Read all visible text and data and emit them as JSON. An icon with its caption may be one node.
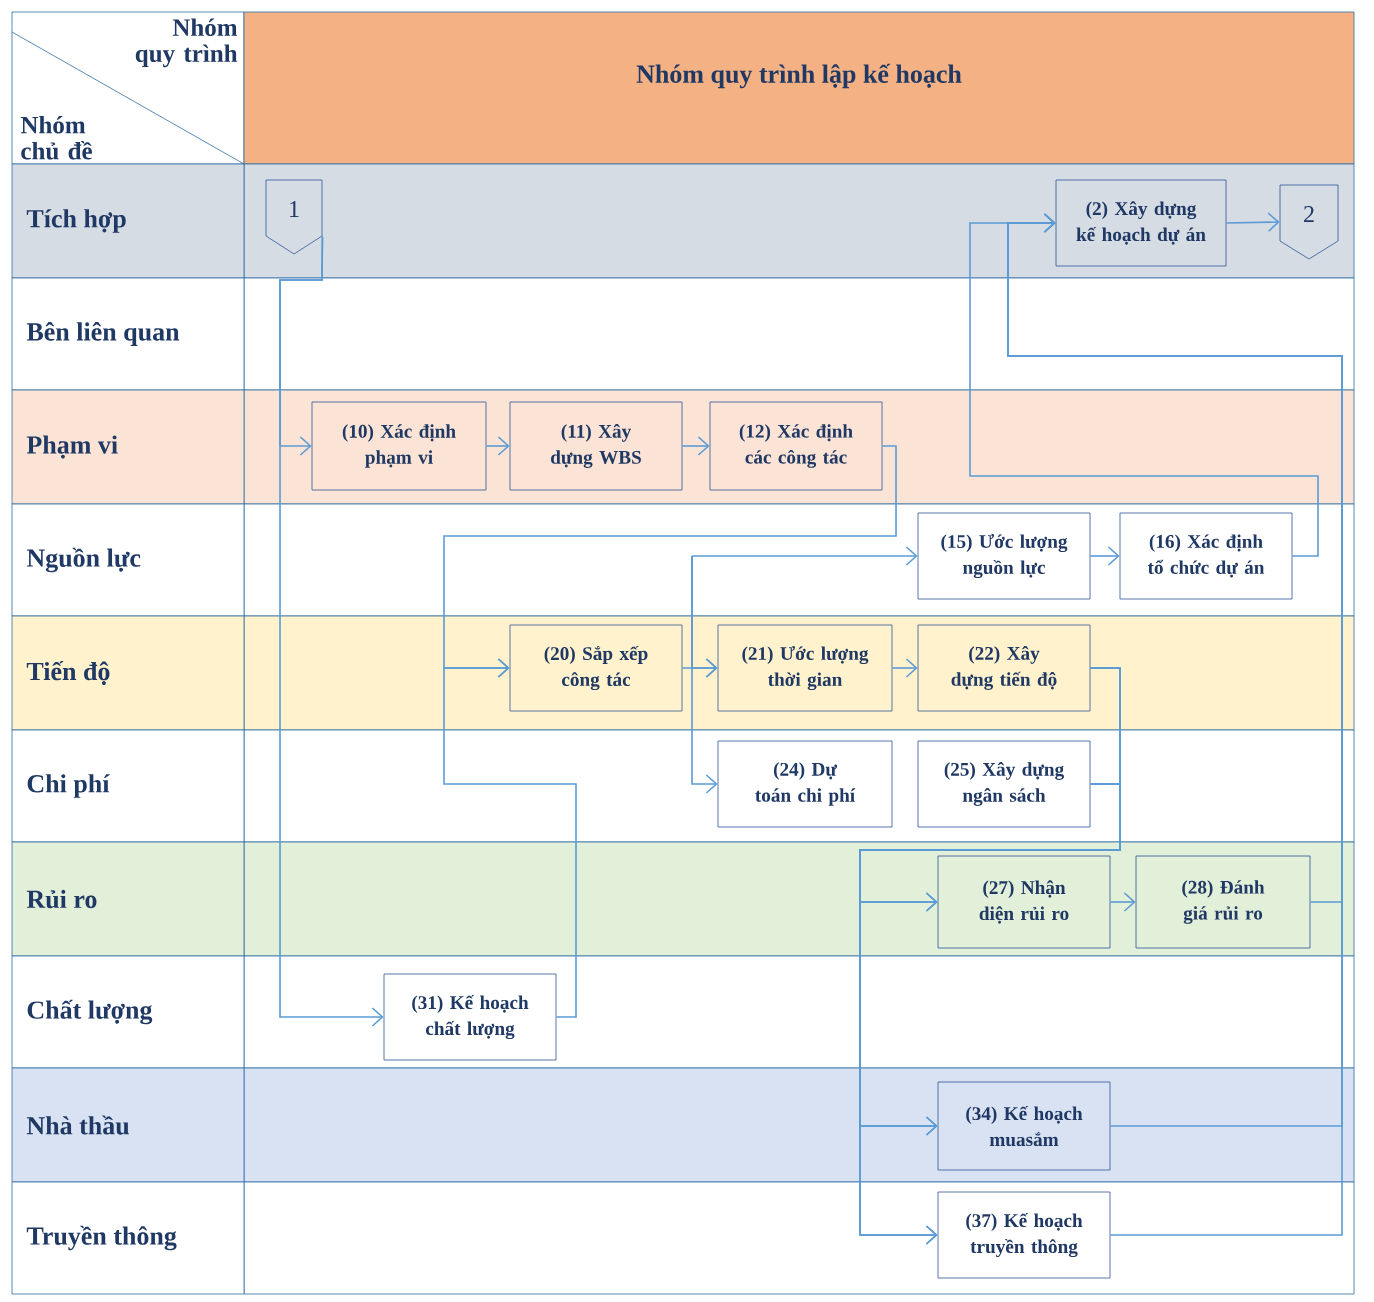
{
  "diagram": {
    "nodes": [
      {
        "text": [
          "1"
        ]
      },
      {
        "text": [
          "(2) Xây dựng kế hoạch dự án"
        ]
      },
      {
        "text": [
          "2"
        ]
      },
      {
        "text": [
          "(10) Xác định phạm vi"
        ]
      },
      {
        "text": [
          "(11) Xây dựng WBS"
        ]
      },
      {
        "text": [
          "(12) Xác định các công tác"
        ]
      },
      {
        "text": [
          "(15) Ước lượng nguồn lực"
        ]
      },
      {
        "text": [
          "(16) Xác định tổ chức dự án"
        ]
      },
      {
        "text": [
          "(20) Sắp xếp công tác"
        ]
      },
      {
        "text": [
          "(21) Ước lượng thời gian"
        ]
      },
      {
        "text": [
          "(22) Xây dựng tiến độ"
        ]
      },
      {
        "text": [
          "(24) Dự toán chi phí"
        ]
      },
      {
        "text": [
          "(25) Xây dựng ngân sách"
        ]
      },
      {
        "text": [
          "(27) Nhận diện rủi ro"
        ]
      },
      {
        "text": [
          "(28) Đánh giá rủi ro"
        ]
      },
      {
        "text": [
          "(31) Kế hoạch chất lượng"
        ]
      },
      {
        "text": [
          "(34) Kế hoạch muasắm"
        ]
      },
      {
        "text": [
          "(37) Kế hoạch truyền thông"
        ]
      }
    ],
    "edges": [
      {
        "from": 0,
        "to": 3,
        "arrow": "to"
      },
      {
        "from": 0,
        "to": 15,
        "arrow": "to"
      },
      {
        "from": 3,
        "to": 4,
        "arrow": "to"
      },
      {
        "from": 4,
        "to": 5,
        "arrow": "to"
      },
      {
        "from": 5,
        "to": 8,
        "arrow": "to"
      },
      {
        "from": 15,
        "to": 8,
        "arrow": "to"
      },
      {
        "from": null,
        "to": 6,
        "arrow": "to"
      },
      {
        "from": null,
        "to": 9,
        "arrow": "to"
      },
      {
        "from": null,
        "to": 11,
        "arrow": "to"
      },
      {
        "from": 6,
        "to": 7,
        "arrow": "to"
      },
      {
        "from": 8,
        "to": 9,
        "arrow": "to"
      },
      {
        "from": 9,
        "to": 10,
        "arrow": "to"
      },
      {
        "from": 10,
        "to": 13,
        "arrow": "to"
      },
      {
        "from": 10,
        "to": 16,
        "arrow": "to"
      },
      {
        "from": 10,
        "to": 17,
        "arrow": "to"
      },
      {
        "from": 12,
        "to": 13,
        "arrow": "to"
      },
      {
        "from": 12,
        "to": 16,
        "arrow": "to"
      },
      {
        "from": 12,
        "to": 17,
        "arrow": "to"
      },
      {
        "from": 13,
        "to": 14,
        "arrow": "to"
      },
      {
        "from": 7,
        "to": 1,
        "arrow": "to"
      },
      {
        "from": 14,
        "to": 1,
        "arrow": "to"
      },
      {
        "from": 16,
        "to": 1,
        "arrow": "to"
      },
      {
        "from": 17,
        "to": 1,
        "arrow": "to"
      },
      {
        "from": 1,
        "to": 2,
        "arrow": "to"
      }
    ],
    "labels": [
      "Nhóm quy trình",
      "Nhóm chủ đề",
      "Nhóm quy trình lập kế hoạch",
      "Tích hợp",
      "Bên liên quan",
      "Phạm vi",
      "Nguồn lực",
      "Tiến độ",
      "Chi phí",
      "Rủi ro",
      "Chất lượng",
      "Nhà thầu",
      "Truyền thông"
    ]
  }
}
